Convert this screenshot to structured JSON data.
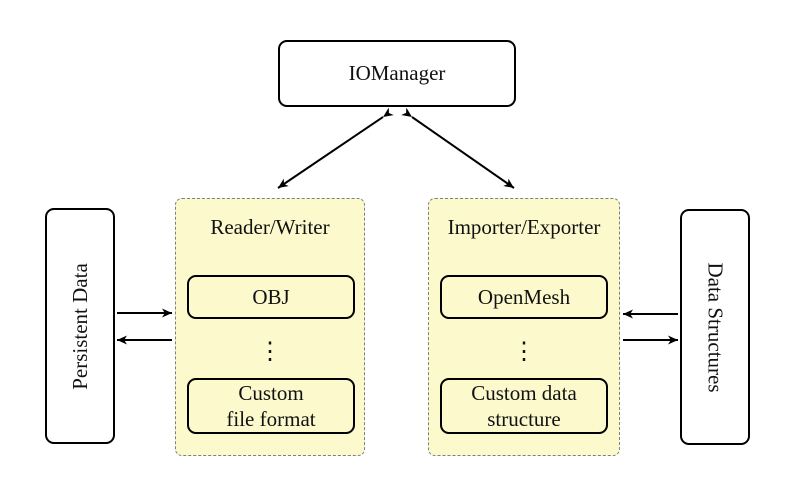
{
  "diagram": {
    "nodes": {
      "iomanager": {
        "label": "IOManager"
      },
      "persistent_data": {
        "label": "Persistent Data"
      },
      "data_structures": {
        "label": "Data Structures"
      },
      "reader_writer": {
        "title": "Reader/Writer",
        "items": [
          {
            "label": "OBJ"
          },
          {
            "label": "⋮"
          },
          {
            "label": "Custom\nfile format"
          }
        ]
      },
      "importer_exporter": {
        "title": "Importer/Exporter",
        "items": [
          {
            "label": "OpenMesh"
          },
          {
            "label": "⋮"
          },
          {
            "label": "Custom data\nstructure"
          }
        ]
      }
    },
    "connections": [
      {
        "from": "IOManager",
        "to": "Reader/Writer",
        "direction": "bidirectional"
      },
      {
        "from": "IOManager",
        "to": "Importer/Exporter",
        "direction": "bidirectional"
      },
      {
        "from": "Persistent Data",
        "to": "Reader/Writer",
        "direction": "right"
      },
      {
        "from": "Reader/Writer",
        "to": "Persistent Data",
        "direction": "left"
      },
      {
        "from": "Data Structures",
        "to": "Importer/Exporter",
        "direction": "left"
      },
      {
        "from": "Importer/Exporter",
        "to": "Data Structures",
        "direction": "right"
      }
    ],
    "colors": {
      "panel_fill": "#fcf9cd",
      "panel_border": "#7f7f7f",
      "node_border": "#000000",
      "background": "#ffffff",
      "arrow": "#000000"
    }
  }
}
